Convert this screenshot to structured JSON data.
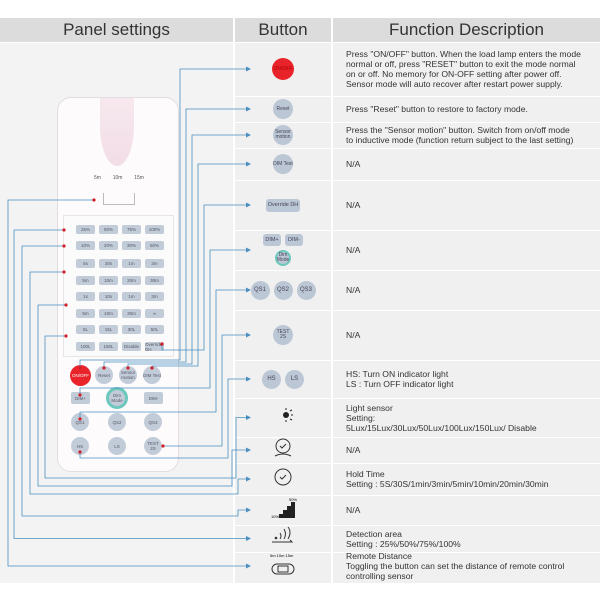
{
  "headers": {
    "panel": "Panel settings",
    "button": "Button",
    "function": "Function Description"
  },
  "remote": {
    "distance_labels": [
      "5m",
      "10m",
      "15m"
    ],
    "keypad": [
      [
        "25%",
        "50%",
        "75%",
        "100%"
      ],
      [
        "10%",
        "20%",
        "30%",
        "50%"
      ],
      [
        "5s",
        "30s",
        "1m",
        "3m"
      ],
      [
        "5m",
        "10m",
        "20m",
        "30m"
      ],
      [
        "1s",
        "10s",
        "1m",
        "3m"
      ],
      [
        "5m",
        "10m",
        "30m",
        "∞"
      ],
      [
        "5L",
        "15L",
        "30L",
        "50L"
      ],
      [
        "100L",
        "150L",
        "Disable",
        "Override DH"
      ]
    ],
    "buttons": {
      "onoff": "ON/OFF",
      "reset": "Reset",
      "sensor": "Sensor motion",
      "dimtest": "DIM Test",
      "dimplus": "DIM+",
      "dimmode": "Dim Mode",
      "dimminus": "DIM-",
      "qs1": "QS1",
      "qs2": "QS2",
      "qs3": "QS3",
      "hs": "HS",
      "ls": "LS",
      "test": "TEST 2S"
    }
  },
  "rows": [
    {
      "button": "ON/OFF",
      "desc": "Press \"ON/OFF\" button. When the load lamp enters the mode\nnormal or off, press \"RESET\" button to exit the mode normal\non or off. No memory for ON-OFF setting after power off.\nSensor mode will auto recover after restart power supply."
    },
    {
      "button": "Reset",
      "desc": "Press \"Reset\" button to restore to factory mode."
    },
    {
      "button": "Sensor motion",
      "desc": "Press the \"Sensor motion\" button. Switch from on/off mode\nto inductive mode (function return subject to the last setting)"
    },
    {
      "button": "DIM Test",
      "desc": "N/A"
    },
    {
      "button": "Override DH",
      "desc": "N/A"
    },
    {
      "buttons": [
        "DIM+",
        "DIM-",
        "Dim Mode"
      ],
      "desc": "N/A"
    },
    {
      "buttons": [
        "QS1",
        "QS2",
        "QS3"
      ],
      "desc": "N/A"
    },
    {
      "button": "TEST 2S",
      "desc": "N/A"
    },
    {
      "buttons": [
        "HS",
        "LS"
      ],
      "desc": "HS: Turn ON indicator light\nLS : Turn OFF indicator light"
    },
    {
      "icon": "light-sensor-icon",
      "desc": "Light sensor\nSetting:\n5Lux/15Lux/30Lux/50Lux/100Lux/150Lux/ Disable"
    },
    {
      "icon": "clock-icon",
      "desc": "N/A"
    },
    {
      "icon": "hold-time-clock-icon",
      "desc": "Hold Time\nSetting : 5S/30S/1min/3min/5min/10min/20min/30min"
    },
    {
      "icon": "dim-level-icon",
      "icon_labels": [
        "10%",
        "50%"
      ],
      "desc": "N/A"
    },
    {
      "icon": "detection-area-icon",
      "desc": "Detection area\nSetting : 25%/50%/75%/100%"
    },
    {
      "icon": "remote-distance-icon",
      "icon_labels": [
        "5m",
        "10m",
        "15m"
      ],
      "desc": "Remote Distance\nToggling the button can set the distance of remote control\ncontrolling sensor"
    }
  ],
  "colors": {
    "line": "#4a8fc0",
    "dot": "#d0202a",
    "onoff": "#e8232a",
    "key": "#c2ccd9",
    "dim_ring": "#6cc7bd"
  }
}
